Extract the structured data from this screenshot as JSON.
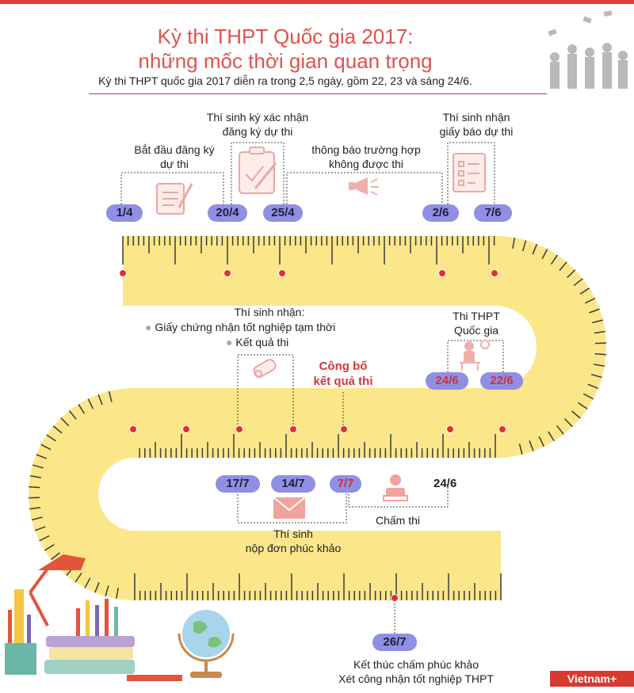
{
  "header": {
    "title_line1": "Kỳ thi THPT Quốc gia 2017:",
    "title_line2": "những mốc thời gian quan trọng",
    "subtitle": "Kỳ thi THPT quốc gia 2017 diễn ra trong 2,5 ngày, gồm 22, 23 và sáng 24/6."
  },
  "milestones": {
    "d_1_4": "1/4",
    "d_20_4": "20/4",
    "d_25_4": "25/4",
    "d_2_6": "2/6",
    "d_7_6": "7/6",
    "d_24_6": "24/6",
    "d_22_6": "22/6",
    "d_17_7": "17/7",
    "d_14_7": "14/7",
    "d_7_7": "7/7",
    "d_24_6_plain": "24/6",
    "d_26_7": "26/7"
  },
  "events": {
    "register_start_1": "Bắt đầu đăng ký",
    "register_start_2": "dự thi",
    "confirm_1": "Thí sinh ký xác nhận",
    "confirm_2": "đăng ký dự thi",
    "notify_1": "thông báo trường hợp",
    "notify_2": "không được thi",
    "receive_notice_1": "Thí sinh nhận",
    "receive_notice_2": "giấy báo dự thi",
    "exam_1": "Thi THPT",
    "exam_2": "Quốc gia",
    "receive_results_title": "Thí sinh nhận:",
    "receive_results_item1": "Giấy chứng nhận tốt nghiệp tạm thời",
    "receive_results_item2": "Kết quả thi",
    "announce_1": "Công bố",
    "announce_2": "kết quả thi",
    "grading": "Chấm thi",
    "appeal_1": "Thí sinh",
    "appeal_2": "nộp đơn phúc khảo",
    "end_1": "Kết thúc chấm phúc khảo",
    "end_2": "Xét công nhận tốt nghiệp THPT"
  },
  "branding": {
    "logo": "Vietnam+"
  },
  "colors": {
    "title": "#e0524d",
    "ruler": "#fbe78a",
    "pill": "#8f8fe3",
    "dot": "#e0322f",
    "accent_red": "#d53636"
  }
}
